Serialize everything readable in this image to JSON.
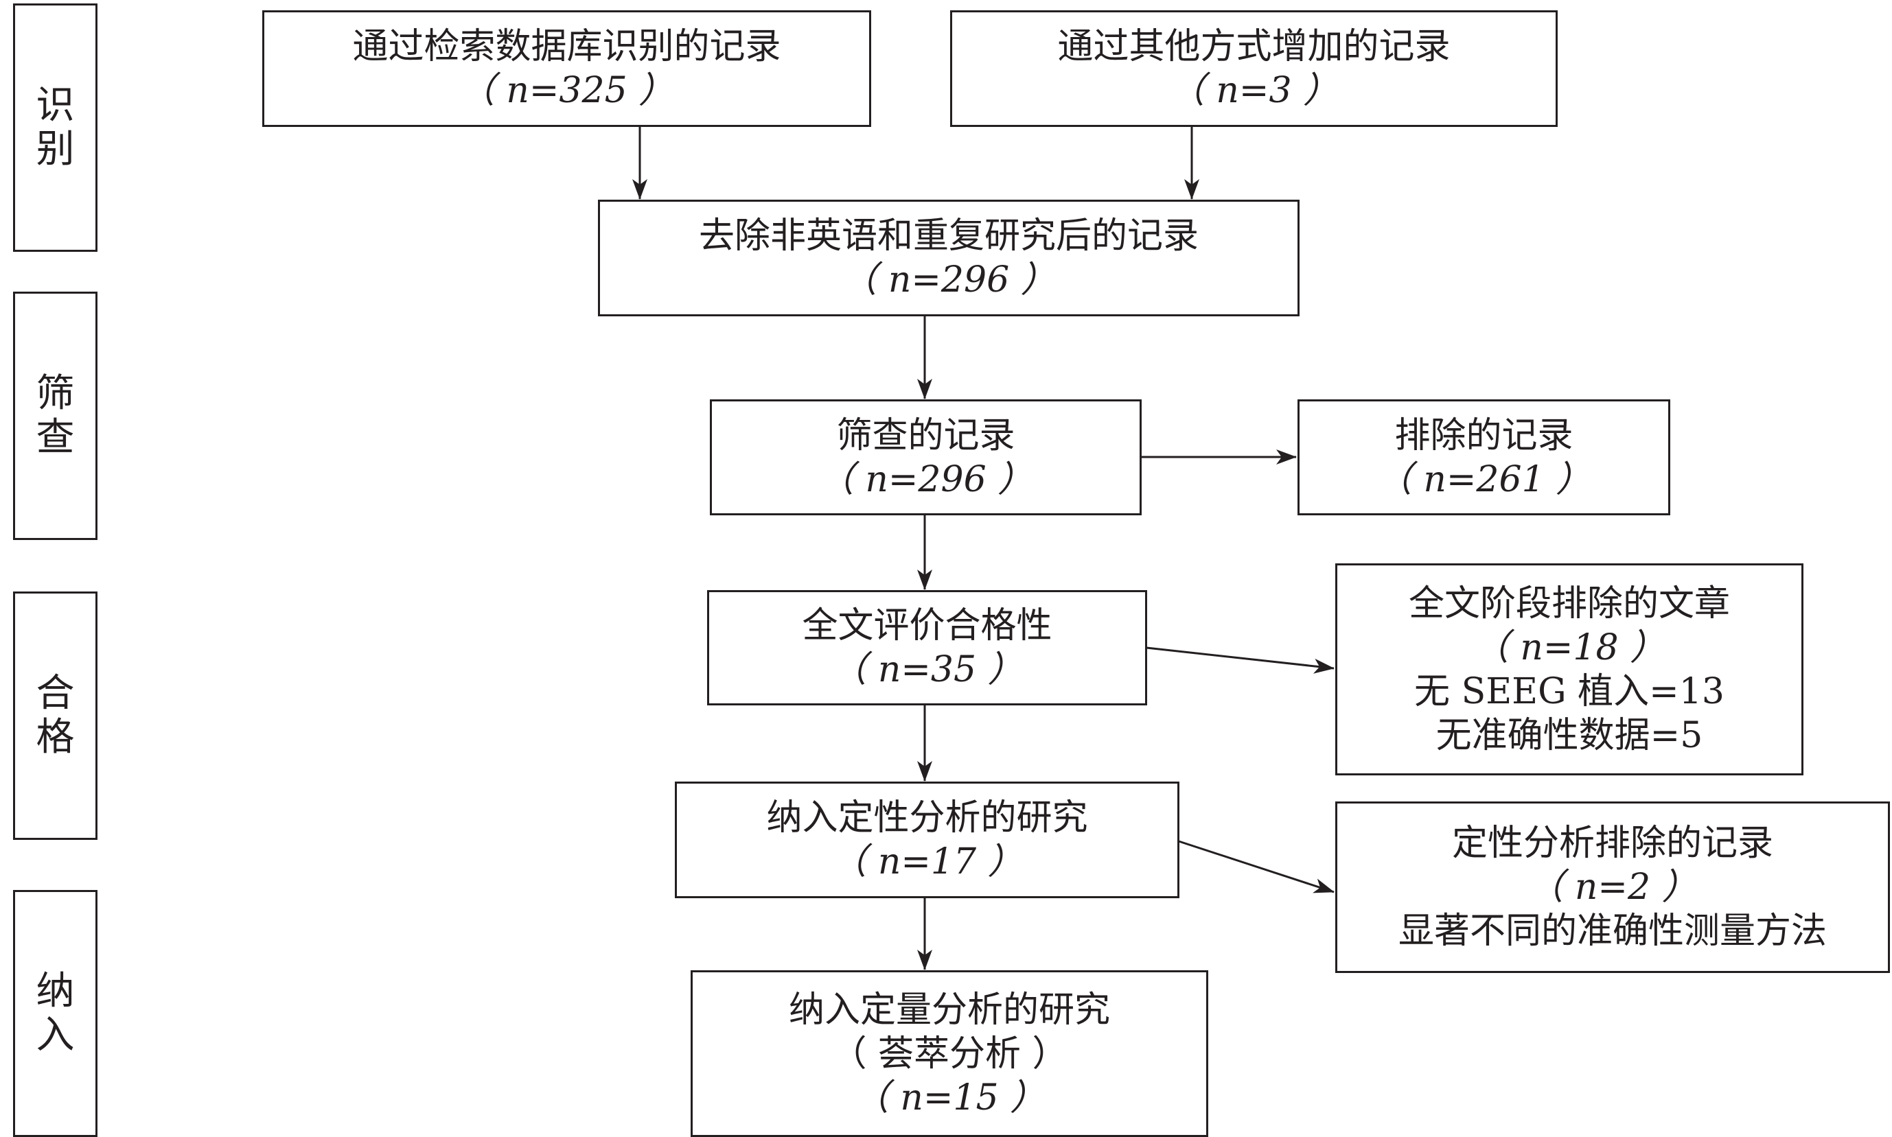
{
  "stages": [
    {
      "id": "identification",
      "chars": [
        "识",
        "别"
      ]
    },
    {
      "id": "screening",
      "chars": [
        "筛",
        "查"
      ]
    },
    {
      "id": "eligibility",
      "chars": [
        "合",
        "格"
      ]
    },
    {
      "id": "included",
      "chars": [
        "纳",
        "入"
      ]
    }
  ],
  "boxes": {
    "db_records": {
      "title": "通过检索数据库识别的记录",
      "count": "（ n=325 ）"
    },
    "other_records": {
      "title": "通过其他方式增加的记录",
      "count": "（ n=3 ）"
    },
    "after_dedup": {
      "title": "去除非英语和重复研究后的记录",
      "count": "（ n=296 ）"
    },
    "screened": {
      "title": "筛查的记录",
      "count": "（ n=296 ）"
    },
    "excluded": {
      "title": "排除的记录",
      "count": "（ n=261 ）"
    },
    "fulltext": {
      "title": "全文评价合格性",
      "count": "（ n=35 ）"
    },
    "fulltext_excluded": {
      "title": "全文阶段排除的文章",
      "count": "（ n=18 ）",
      "reason1": "无 SEEG 植入=13",
      "reason2": "无准确性数据=5"
    },
    "qualitative": {
      "title": "纳入定性分析的研究",
      "count": "（ n=17 ）"
    },
    "qual_excluded": {
      "title": "定性分析排除的记录",
      "count": "（ n=2 ）",
      "reason1": "显著不同的准确性测量方法"
    },
    "quantitative": {
      "title": "纳入定量分析的研究",
      "subtitle": "（ 荟萃分析 ）",
      "count": "（ n=15 ）"
    }
  }
}
